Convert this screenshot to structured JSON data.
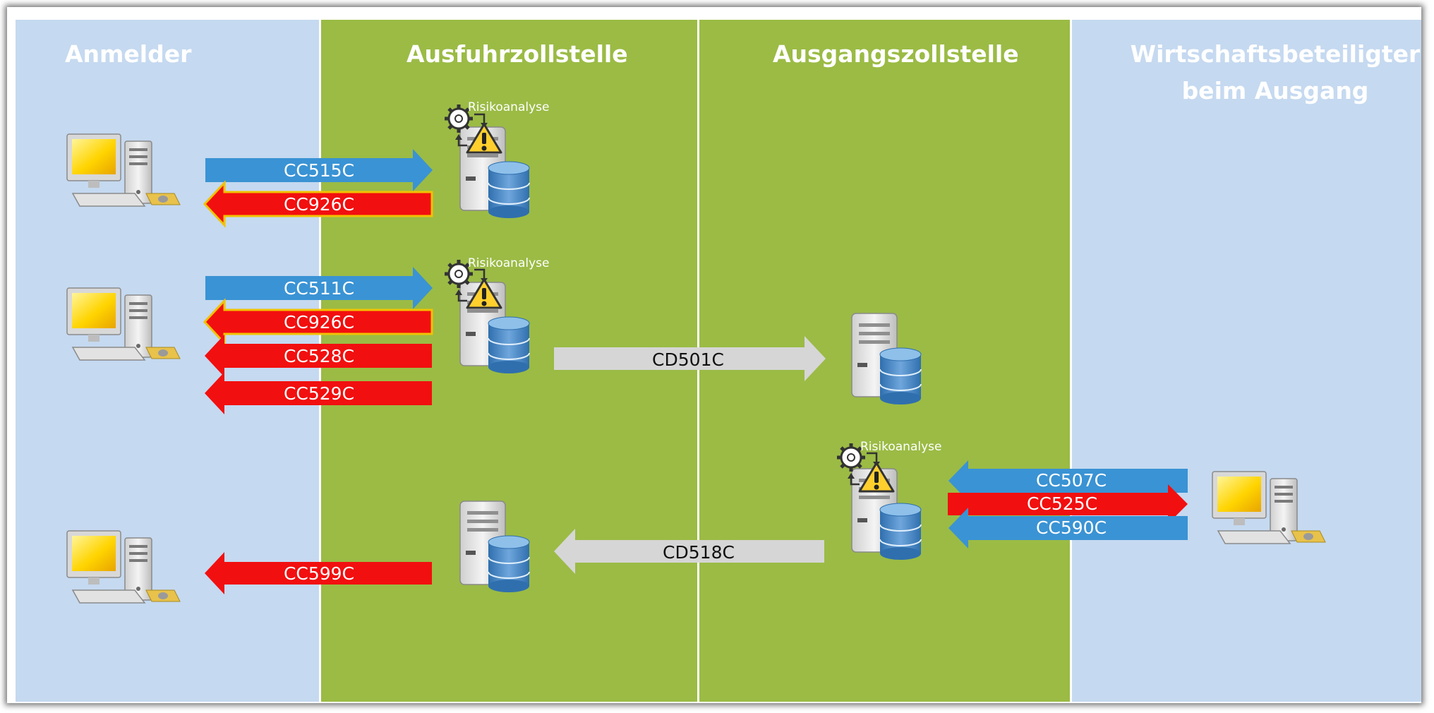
{
  "lanes": [
    {
      "title": "Anmelder"
    },
    {
      "title": "Ausfuhrzollstelle"
    },
    {
      "title": "Ausgangszollstelle"
    },
    {
      "title_line1": "Wirtschaftsbeteiligter",
      "title_line2": "beim Ausgang"
    }
  ],
  "risk_label": "Risikoanalyse",
  "messages": {
    "m1": "CC515C",
    "m2": "CC926C",
    "m3": "CC511C",
    "m4": "CC926C",
    "m5": "CC528C",
    "m6": "CC529C",
    "m7": "CD501C",
    "m8": "CC507C",
    "m9": "CC525C",
    "m10": "CC590C",
    "m11": "CD518C",
    "m12": "CC599C"
  },
  "colors": {
    "lane_blue": "#c5d9f0",
    "lane_green": "#9bbb45",
    "arrow_blue": "#3a93d4",
    "arrow_red": "#f20f0f",
    "arrow_grey": "#d6d6d6",
    "arrow_red_outline": "#f2c200"
  },
  "icons": {
    "workstation": "desktop-computer-icon",
    "server": "server-database-icon",
    "risk": "gear-warning-icon"
  }
}
